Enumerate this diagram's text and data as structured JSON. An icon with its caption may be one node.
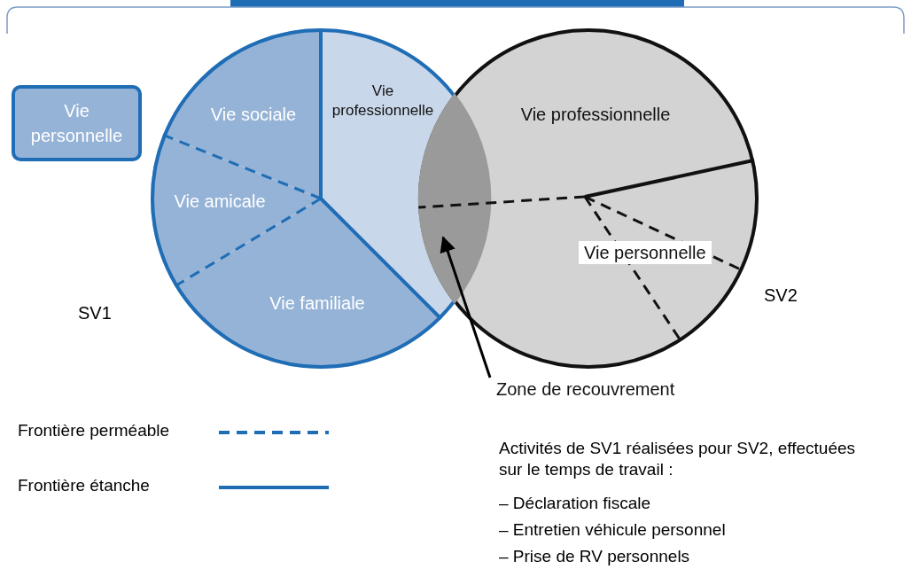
{
  "diagram": {
    "nodes": [
      {
        "text": [
          "Vie personnelle"
        ]
      },
      {
        "text": [
          "SV1"
        ]
      },
      {
        "text": [
          "Vie sociale"
        ],
        "in": 1
      },
      {
        "text": [
          "Vie professionnelle"
        ],
        "in": 1
      },
      {
        "text": [
          "Vie amicale"
        ],
        "in": 1
      },
      {
        "text": [
          "Vie familiale"
        ],
        "in": 1
      },
      {
        "text": [
          "SV2"
        ]
      },
      {
        "text": [
          "Vie professionnelle"
        ],
        "in": 6
      },
      {
        "text": [
          "Vie personnelle"
        ],
        "in": 6
      },
      {
        "text": [],
        "shape": "lens"
      },
      {
        "text": [
          "Zone de recouvrement"
        ]
      }
    ],
    "edges": [
      {
        "from": 10,
        "to": 9,
        "arrow": "to"
      }
    ],
    "labels": [
      "Activités de SV1 réalisées pour SV2, effectuées sur le temps de travail :",
      "– Déclaration fiscale",
      "– Entretien véhicule personnel",
      "– Prise de RV personnels"
    ],
    "legend": [
      {
        "text": "Frontière perméable"
      },
      {
        "text": "Frontière étanche"
      }
    ]
  }
}
